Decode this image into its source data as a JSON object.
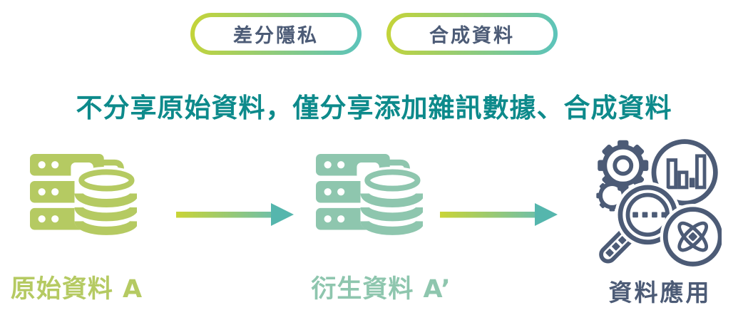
{
  "badges": [
    {
      "label": "差分隱私"
    },
    {
      "label": "合成資料"
    }
  ],
  "headline": "不分享原始資料，僅分享添加雜訊數據、合成資料",
  "flow": {
    "nodes": [
      {
        "label": "原始資料 A",
        "icon": "server-database-icon",
        "color_key": "green"
      },
      {
        "label": "衍生資料 A’",
        "icon": "server-database-icon",
        "color_key": "teal"
      },
      {
        "label": "資料應用",
        "icon": "data-analysis-icon",
        "color_key": "slate"
      }
    ],
    "arrows": [
      {
        "icon": "arrow-right-icon"
      },
      {
        "icon": "arrow-right-icon"
      }
    ]
  },
  "colors": {
    "green": "#b5ca62",
    "teal": "#8ec6ae",
    "slate": "#4c5b76",
    "headline-teal": "#0d8a8b",
    "pill-grad-start": "#c6d436",
    "pill-grad-end": "#5ac3bd",
    "arrow-grad-start": "#c9d436",
    "arrow-grad-end": "#6fc0a8",
    "arrow-head": "#55b6ad"
  }
}
